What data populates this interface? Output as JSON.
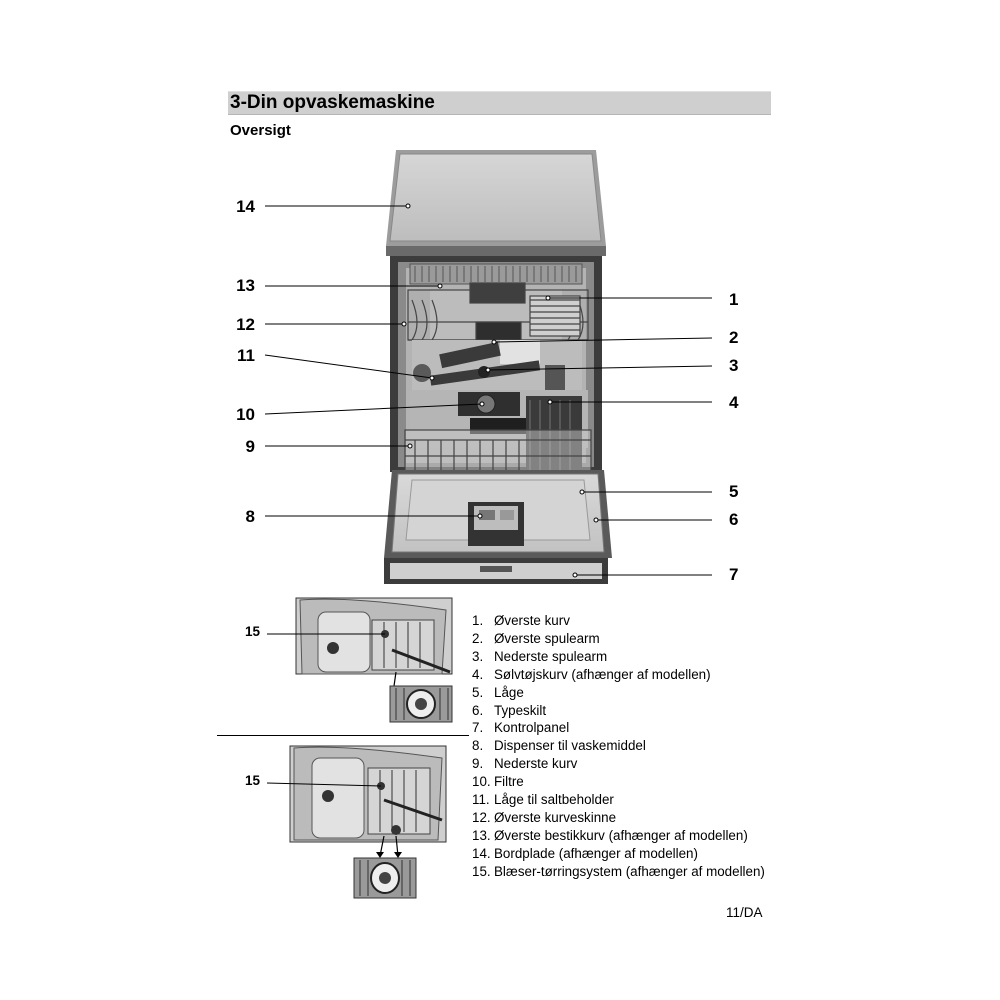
{
  "section": {
    "title": "3-Din opvaskemaskine",
    "subtitle": "Oversigt"
  },
  "callouts": {
    "left": [
      "14",
      "13",
      "12",
      "11",
      "10",
      "9",
      "8"
    ],
    "right": [
      "1",
      "2",
      "3",
      "4",
      "5",
      "6",
      "7"
    ],
    "detail": [
      "15",
      "15"
    ]
  },
  "legend": [
    {
      "num": "1.",
      "text": "Øverste kurv"
    },
    {
      "num": "2.",
      "text": "Øverste spulearm"
    },
    {
      "num": "3.",
      "text": "Nederste spulearm"
    },
    {
      "num": "4.",
      "text": "Sølvtøjskurv (afhænger af modellen)"
    },
    {
      "num": "5.",
      "text": "Låge"
    },
    {
      "num": "6.",
      "text": "Typeskilt"
    },
    {
      "num": "7.",
      "text": "Kontrolpanel"
    },
    {
      "num": "8.",
      "text": "Dispenser til vaskemiddel"
    },
    {
      "num": "9.",
      "text": "Nederste kurv"
    },
    {
      "num": "10.",
      "text": "Filtre"
    },
    {
      "num": "11.",
      "text": "Låge til saltbeholder"
    },
    {
      "num": "12.",
      "text": "Øverste kurveskinne"
    },
    {
      "num": "13.",
      "text": "Øverste bestikkurv (afhænger af modellen)"
    },
    {
      "num": "14.",
      "text": "Bordplade (afhænger af modellen)"
    },
    {
      "num": "15.",
      "text": "Blæser-tørringsystem (afhænger af modellen)"
    }
  ],
  "footer": {
    "page": "11/DA"
  }
}
